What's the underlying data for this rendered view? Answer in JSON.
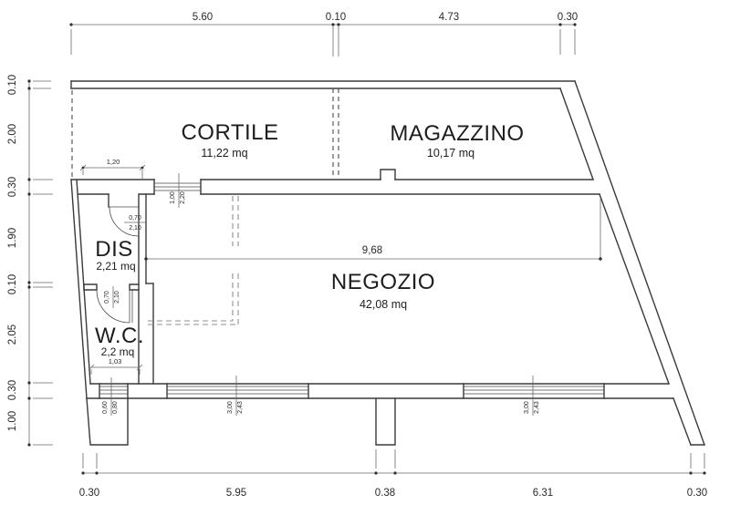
{
  "rooms": {
    "cortile": {
      "name": "CORTILE",
      "area": "11,22 mq"
    },
    "magazzino": {
      "name": "MAGAZZINO",
      "area": "10,17 mq"
    },
    "dis": {
      "name": "DIS",
      "area": "2,21 mq"
    },
    "negozio": {
      "name": "NEGOZIO",
      "area": "42,08 mq"
    },
    "wc": {
      "name": "W.C.",
      "area": "2,2 mq"
    }
  },
  "dimensions": {
    "top": {
      "d1": "5.60",
      "d2": "0.10",
      "d3": "4.73",
      "d4": "0.30"
    },
    "left": {
      "d1": "0.10",
      "d2": "2.00",
      "d3": "0.30",
      "d4": "1.90",
      "d5": "0.10",
      "d6": "2.05",
      "d7": "0.30",
      "d8": "1.00"
    },
    "bottom": {
      "d1": "0.30",
      "d2": "5.95",
      "d3": "0.38",
      "d4": "6.31",
      "d5": "0.30"
    },
    "negozio_width": "9,68",
    "cortile_recess": "1,20",
    "wc_width": "1,03"
  },
  "openings": {
    "cortile_door": {
      "w": "1,00",
      "h": "2,20"
    },
    "dis_door": {
      "w": "0,70",
      "h": "2,10"
    },
    "wc_door": {
      "w": "0,70",
      "h": "2,10"
    },
    "wc_window": {
      "w": "0,60",
      "h": "0,80"
    },
    "shop_window_1": {
      "w": "3,00",
      "h": "2,43"
    },
    "shop_window_2": {
      "w": "3,00",
      "h": "2,43"
    }
  }
}
